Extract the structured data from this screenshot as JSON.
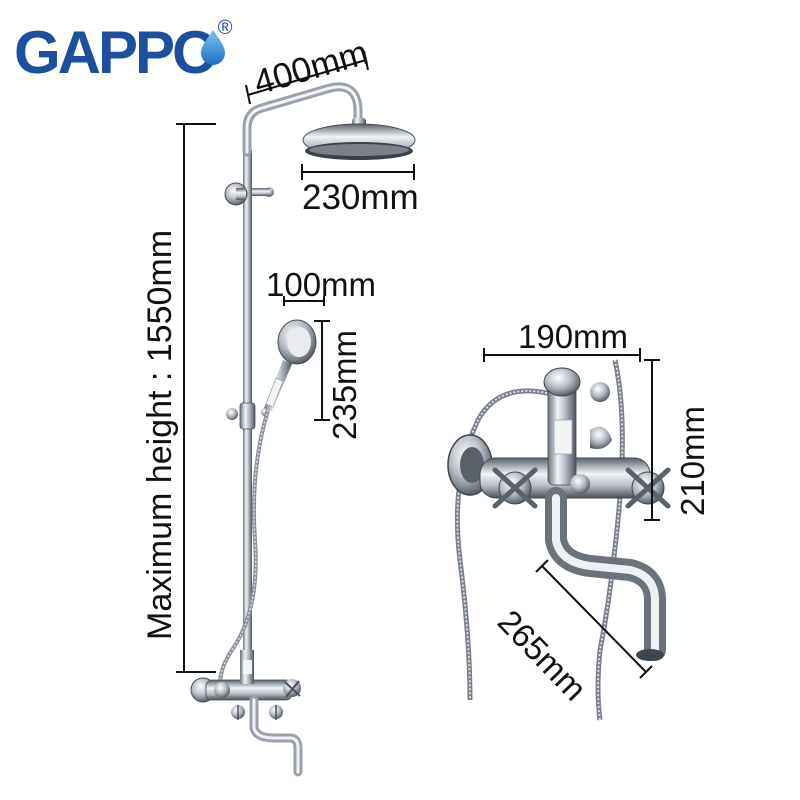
{
  "brand": {
    "name": "GAPPO",
    "registered_mark": "®",
    "color": "#1d4fa0",
    "drop_color": "#2a86d8"
  },
  "dimensions": {
    "arm_length": "400mm",
    "rain_head_diameter": "230mm",
    "hand_shower_width": "100mm",
    "hand_shower_length": "235mm",
    "max_height": "Maximum height : 1550mm",
    "mixer_width": "190mm",
    "mixer_height": "210mm",
    "spout_length": "265mm"
  },
  "colors": {
    "chrome": "#c9ced6",
    "chrome_dark": "#5f6670",
    "ceramic": "#f4f4f4",
    "line": "#111111"
  }
}
